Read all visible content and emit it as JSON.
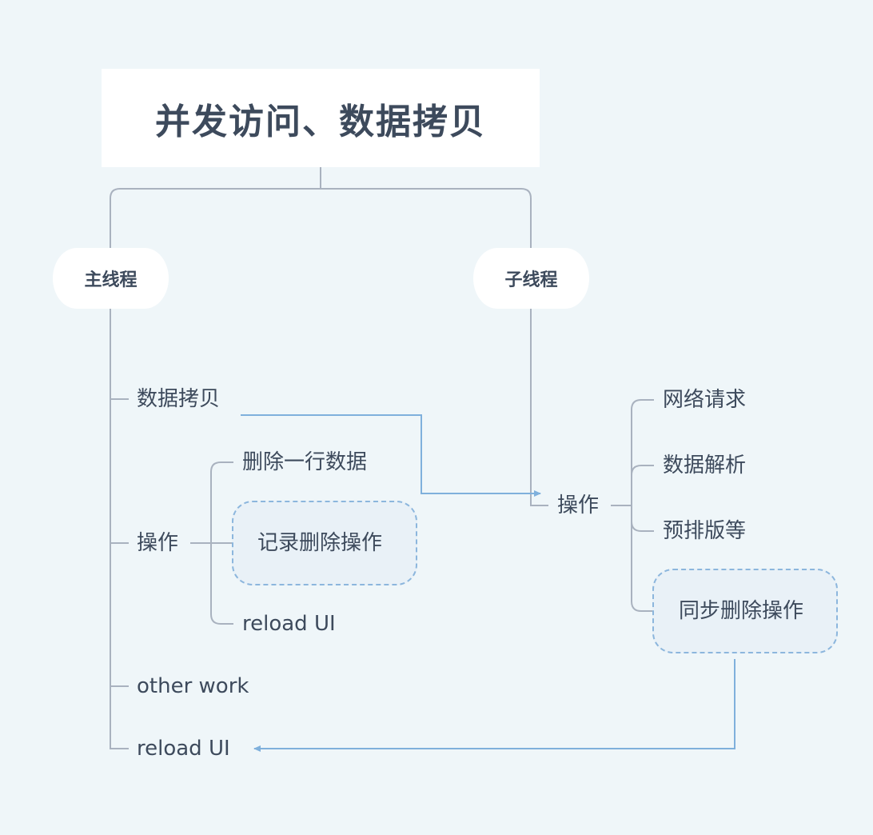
{
  "title": "并发访问、数据拷贝",
  "main_thread": {
    "label": "主线程",
    "items": {
      "data_copy": "数据拷贝",
      "operation": "操作",
      "other_work": "other work",
      "reload_ui": "reload UI"
    },
    "operation_children": {
      "delete_row": "删除一行数据",
      "record_delete": "记录删除操作",
      "reload_ui": "reload UI"
    }
  },
  "sub_thread": {
    "label": "子线程",
    "operation": "操作",
    "children": {
      "network": "网络请求",
      "parse": "数据解析",
      "layout": "预排版等",
      "sync_delete": "同步删除操作"
    }
  },
  "colors": {
    "background": "#eff6f9",
    "tree_line": "#a9b2bf",
    "flow_arrow": "#7fb0dc",
    "text": "#3d4a5c"
  }
}
